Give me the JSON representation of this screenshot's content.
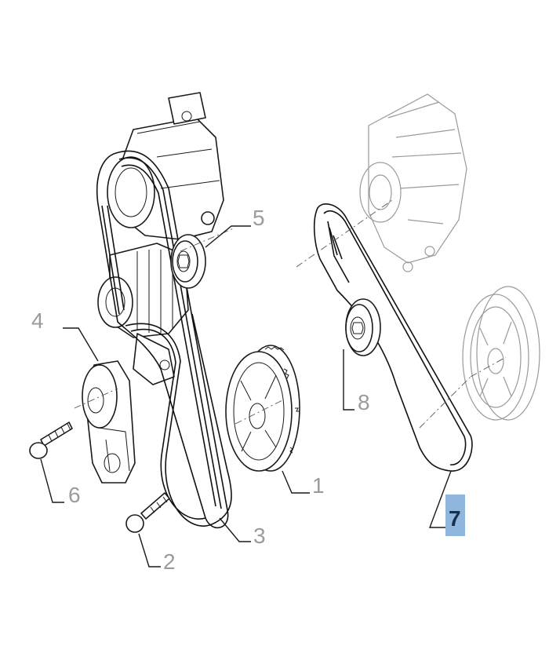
{
  "callouts": [
    {
      "id": "1",
      "label": "1",
      "highlighted": false
    },
    {
      "id": "2",
      "label": "2",
      "highlighted": false
    },
    {
      "id": "3",
      "label": "3",
      "highlighted": false
    },
    {
      "id": "4",
      "label": "4",
      "highlighted": false
    },
    {
      "id": "5",
      "label": "5",
      "highlighted": false
    },
    {
      "id": "6",
      "label": "6",
      "highlighted": false
    },
    {
      "id": "7",
      "label": "7",
      "highlighted": true
    },
    {
      "id": "8",
      "label": "8",
      "highlighted": false
    }
  ],
  "colors": {
    "line": "#1a1a1a",
    "callout_text": "#9b9b9b",
    "highlight_fill": "#8fb6dc",
    "highlight_text": "#1b2f4a"
  }
}
